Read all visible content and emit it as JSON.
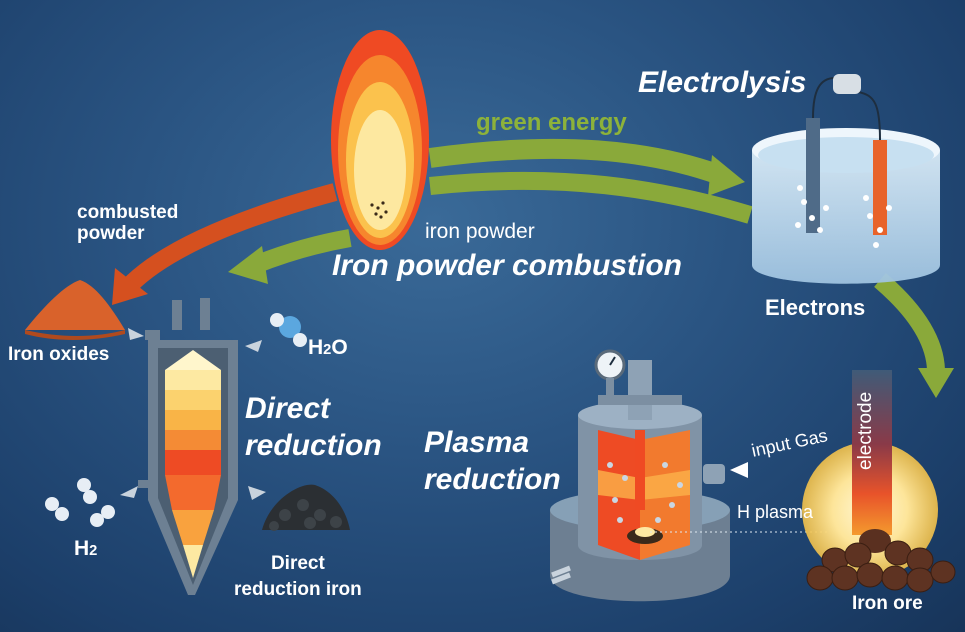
{
  "labels": {
    "electrolysis": "Electrolysis",
    "green_energy": "green energy",
    "combusted_powder": "combusted\npowder",
    "iron_powder": "iron powder",
    "iron_powder_combustion": "Iron powder combustion",
    "electrons": "Electrons",
    "iron_oxides": "Iron oxides",
    "h2o_main": "H",
    "h2o_sub": "2",
    "h2o_tail": "O",
    "direct_reduction_title": "Direct\nreduction",
    "plasma_reduction_title": "Plasma\nreduction",
    "input_gas": "input Gas",
    "h_plasma": "H plasma",
    "electrode": "electrode",
    "h2_main": "H",
    "h2_sub": "2",
    "direct_reduction_iron": "Direct\nreduction iron",
    "iron_ore": "Iron ore"
  },
  "colors": {
    "arrow_green": "#8aa93a",
    "arrow_orange": "#d5501f",
    "text_green": "#8db23a"
  }
}
